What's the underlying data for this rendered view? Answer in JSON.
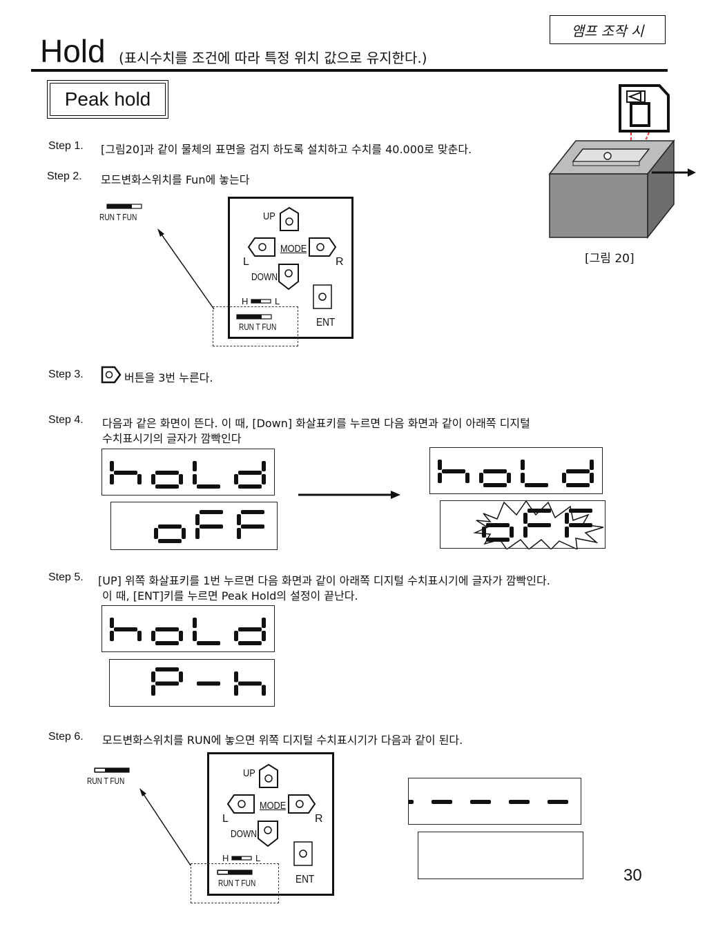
{
  "header": {
    "tag": "앰프 조작 시"
  },
  "title": {
    "main": "Hold",
    "sub": "(표시수치를 조건에 따라 특정 위치 값으로 유지한다.)"
  },
  "section": {
    "label": "Peak hold"
  },
  "figure20": {
    "caption": "[그림 20]"
  },
  "steps": {
    "s1": {
      "num": "Step 1.",
      "text": "[그림20]과 같이 물체의 표면을 검지 하도록 설치하고 수치를 40.000로 맞춘다."
    },
    "s2": {
      "num": "Step 2.",
      "text": "모드변화스위치를 Fun에 놓는다"
    },
    "s3": {
      "num": "Step 3.",
      "text": "버튼을 3번 누른다."
    },
    "s4": {
      "num": "Step 4.",
      "line1": "다음과 같은 화면이 뜬다. 이 때, [Down] 화살표키를 누르면 다음 화면과 같이 아래쪽 디지털",
      "line2": "수치표시기의 글자가 깜빡인다"
    },
    "s5": {
      "num": "Step 5.",
      "line1": "[UP] 위쪽 화살표키를 1번 누르면 다음 화면과 같이 아래쪽 디지털 수치표시기에 글자가 깜빡인다.",
      "line2": "이 때, [ENT]키를 누르면 Peak Hold의 설정이 끝난다."
    },
    "s6": {
      "num": "Step 6.",
      "text": "모드변화스위치를 RUN에 놓으면 위쪽 디지털 수치표시기가 다음과 같이 된다."
    }
  },
  "panel": {
    "up": "UP",
    "mode": "MODE",
    "down": "DOWN",
    "left": "L",
    "right": "R",
    "h": "H",
    "l": "L",
    "ent": "ENT",
    "switch_label": "RUN T FUN"
  },
  "displays": {
    "hold": "hold",
    "off": "oFF",
    "ph": "P-h",
    "dashes": "-----"
  },
  "page_number": "30",
  "colors": {
    "ink": "#111111",
    "laser": "#e03030",
    "block_side": "#8a8a8a",
    "block_top": "#b8b8b8"
  }
}
